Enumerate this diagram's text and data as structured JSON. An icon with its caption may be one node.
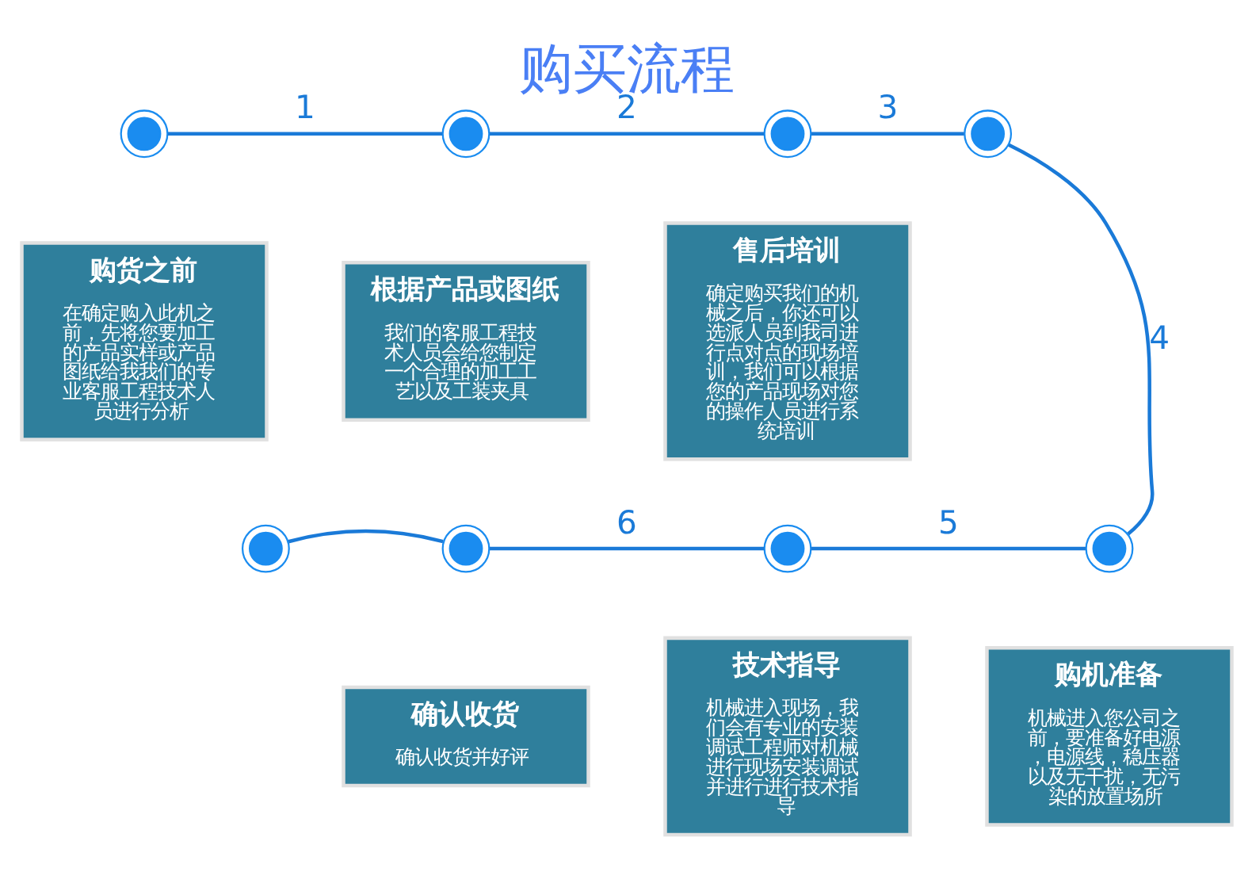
{
  "diagram": {
    "title": "购买流程",
    "nodes": [
      {
        "text": [],
        "shape": "circle"
      },
      {
        "text": [],
        "shape": "circle"
      },
      {
        "text": [],
        "shape": "circle"
      },
      {
        "text": [],
        "shape": "circle"
      },
      {
        "text": [
          "购货之前",
          "在确定购入此机之前，先将您要加工的产品实样或产品图纸给我我们的专业客服工程技术人员进行分析"
        ]
      },
      {
        "text": [
          "根据产品或图纸",
          "我们的客服工程技术人员会给您制定一个合理的加工工艺以及工装夹具"
        ]
      },
      {
        "text": [
          "售后培训",
          "确定购买我们的机械之后，你还可以选派人员到我司进行点对点的现场培训，我们可以根据您的产品现场对您的操作人员进行系统培训"
        ]
      },
      {
        "text": [],
        "shape": "circle"
      },
      {
        "text": [],
        "shape": "circle"
      },
      {
        "text": [],
        "shape": "circle"
      },
      {
        "text": [],
        "shape": "circle"
      },
      {
        "text": [
          "确认收货",
          "确认收货并好评"
        ]
      },
      {
        "text": [
          "技术指导",
          "机械进入现场，我们会有专业的安装调试工程师对机械进行现场安装调试并进行进行技术指导"
        ]
      },
      {
        "text": [
          "购机准备",
          "机械进入您公司之前，要准备好电源，电源线，稳压器以及无干扰，无污染的放置场所"
        ]
      }
    ],
    "edges": [
      {
        "from": 0,
        "to": 1,
        "arrow": "none",
        "label": "1"
      },
      {
        "from": 1,
        "to": 2,
        "arrow": "none",
        "label": "2"
      },
      {
        "from": 2,
        "to": 3,
        "arrow": "none",
        "label": "3"
      },
      {
        "from": 3,
        "to": 10,
        "arrow": "none",
        "label": "4"
      },
      {
        "from": 10,
        "to": 9,
        "arrow": "none",
        "label": "5"
      },
      {
        "from": 9,
        "to": 8,
        "arrow": "none",
        "label": "6"
      },
      {
        "from": 8,
        "to": 7,
        "arrow": "none"
      }
    ]
  }
}
